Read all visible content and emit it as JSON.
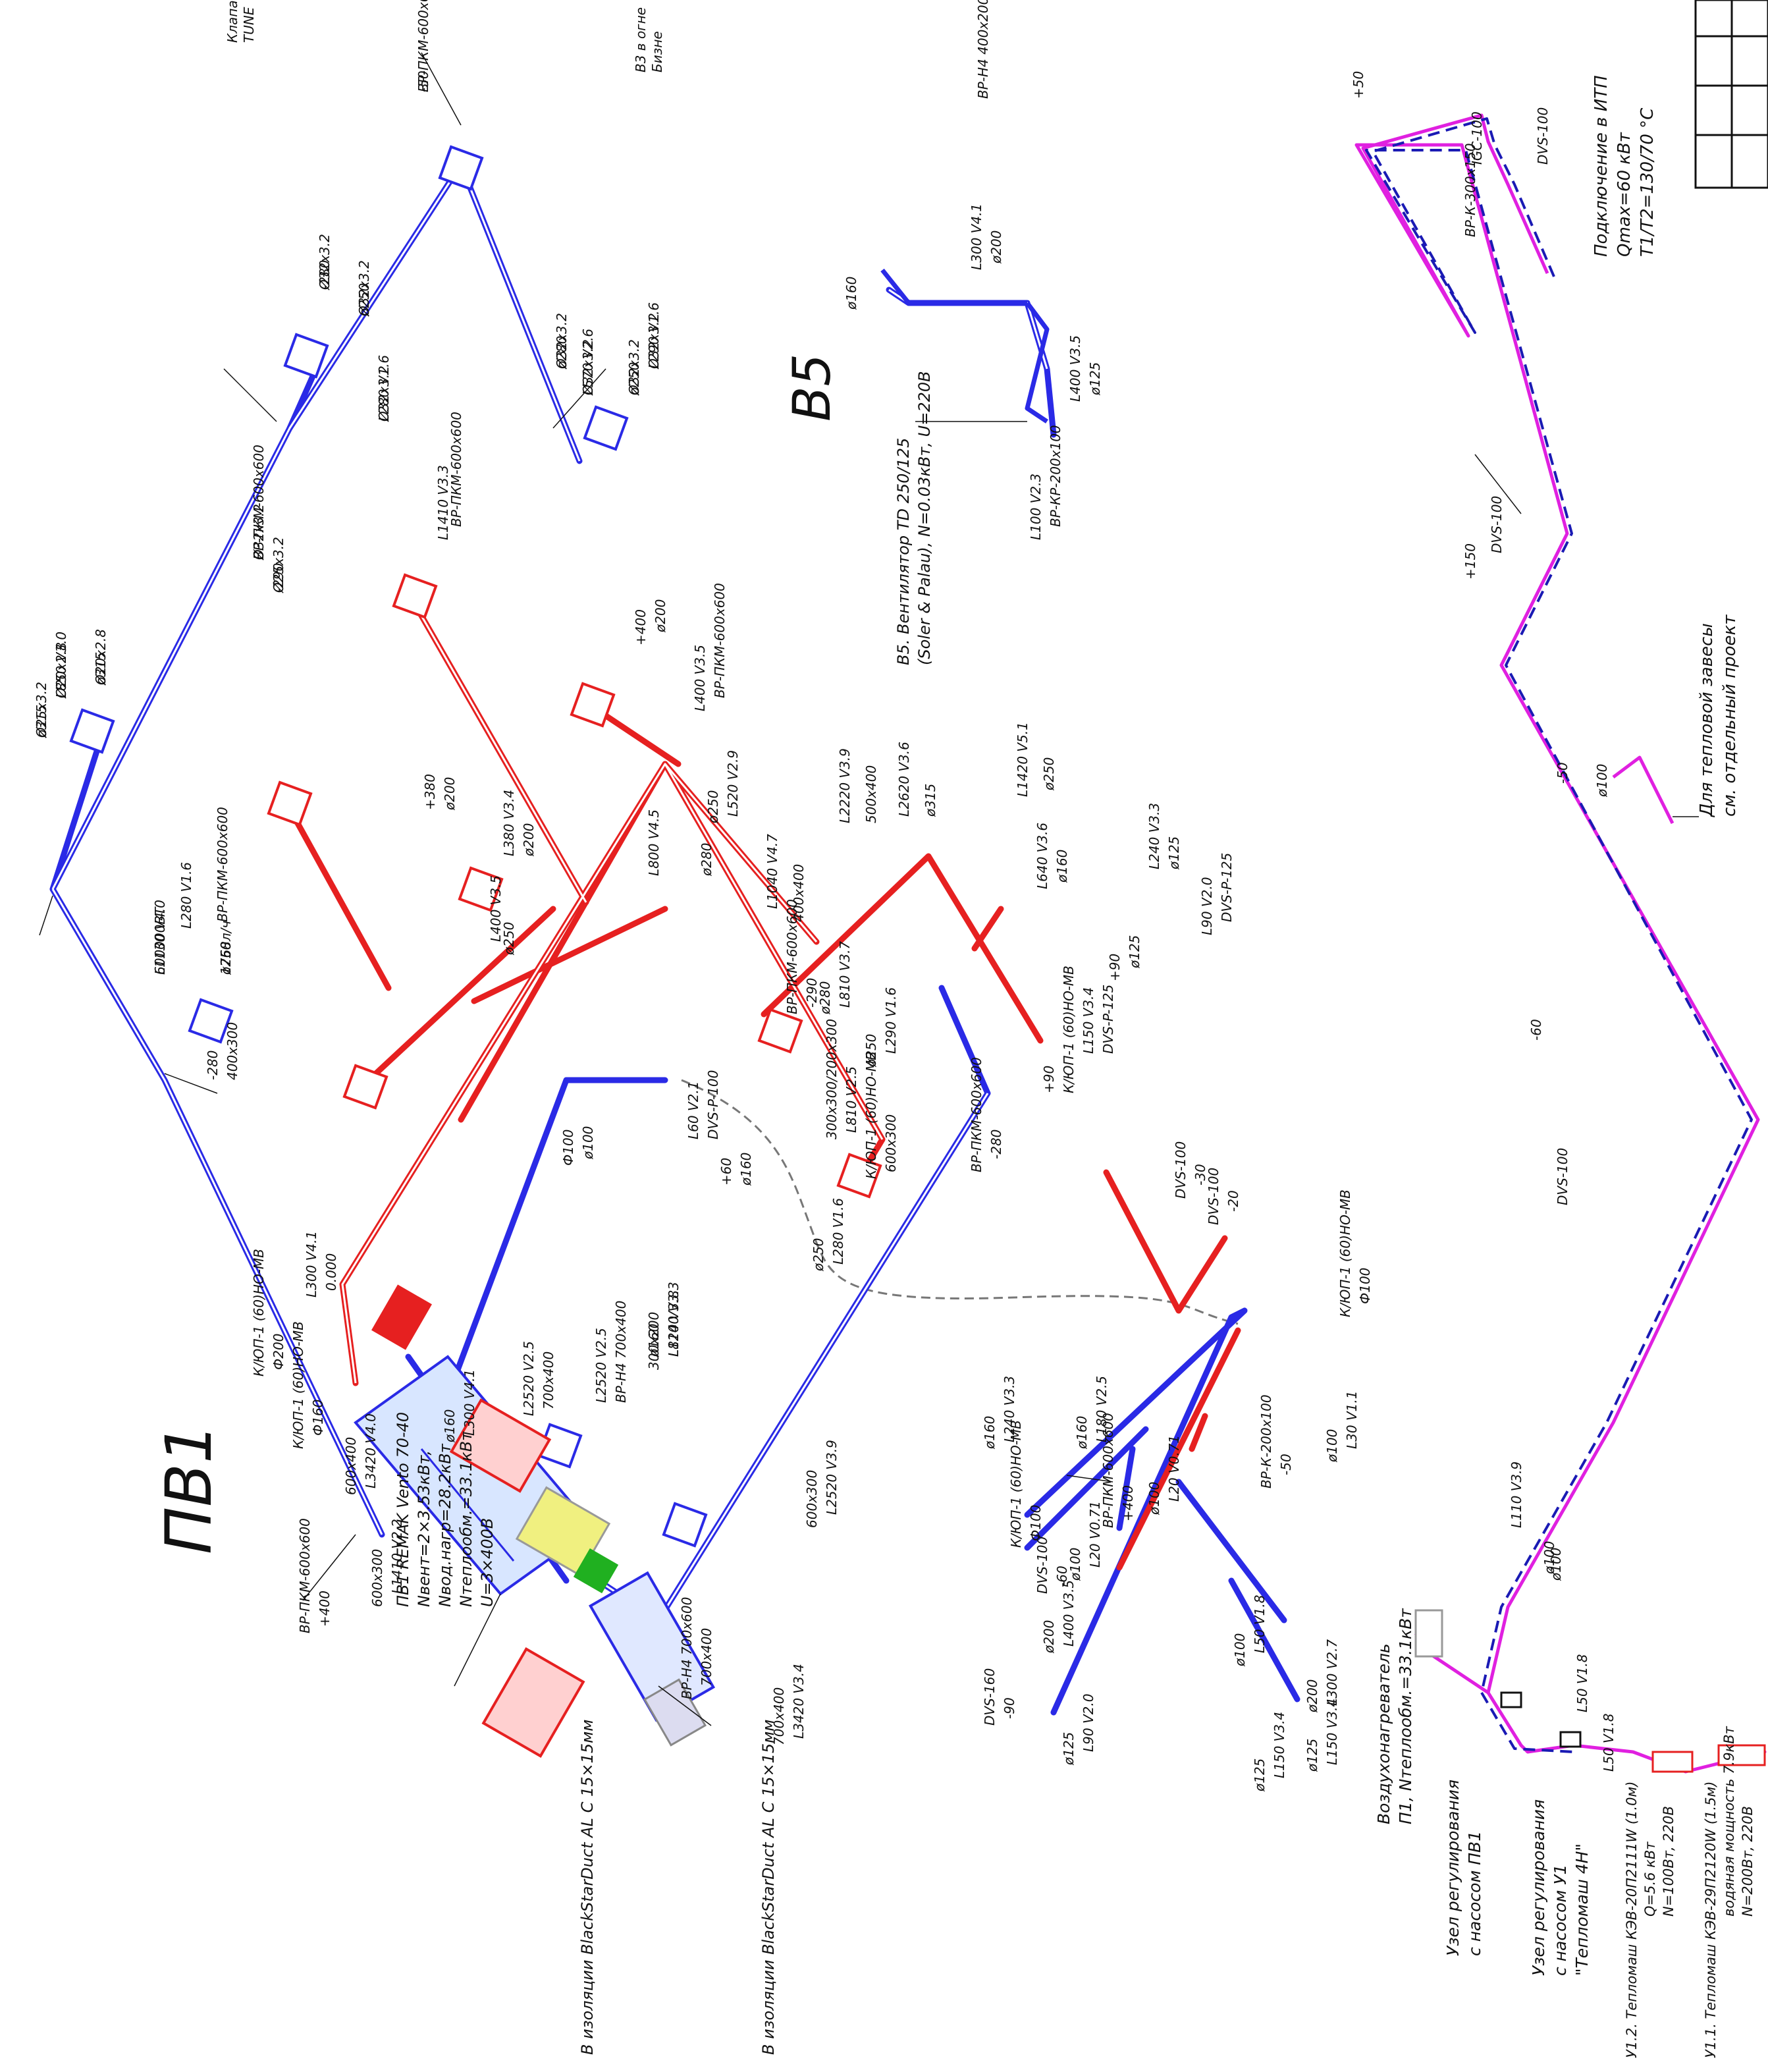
{
  "colors": {
    "supply": "#2a2ae6",
    "heat": "#e62020",
    "pipe_supply": "#e020e0",
    "pipe_return": "#1a1ab4",
    "ink": "#111111",
    "dashed": "#777777"
  },
  "titles": {
    "pv1": "ПВ1",
    "v5": "В5"
  },
  "notes": {
    "equipment_pv1": [
      "ПВ1 REMAK Vento 70-40",
      "Nвент=2×3.53кВт,",
      "Nвод.нагр=28.2кВт",
      "Nтеплообм.=33.1кВт",
      "U=3×400В"
    ],
    "insulation_1": "В изоляции BlackStarDuct AL C 15×15мм",
    "insulation_2": "В изоляции BlackStarDuct AL C 15×15мм",
    "v5_fan": [
      "В5. Вентилятор TD 250/125",
      "(Soler & Palau), N=0.03кВт, U=220В"
    ],
    "itp": [
      "Подключение в ИТП",
      "Qmax=60 кВт",
      "T1/T2=130/70 °C"
    ],
    "curtain": [
      "Для тепловой завесы",
      "см. отдельный проект"
    ],
    "heater": [
      "Воздухонагреватель",
      "П1, Nтеплообм.=33.1кВт"
    ],
    "node_pv1": [
      "Узел регулирования",
      "с насосом ПВ1"
    ],
    "node_u1": [
      "Узел регулирования",
      "с насосом У1",
      "\"Тепломаш 4Н\""
    ],
    "u12": [
      "У1.2. Тепломаш КЭВ-20П2111W (1.0м)",
      "Q=5.6 кВт",
      "N=100Вт, 220В"
    ],
    "u11": [
      "У1.1. Тепломаш КЭВ-29П2120W (1.5м)",
      "водяная мощность 7.9кВт",
      "N=200Вт, 220В"
    ],
    "top_cut_1": [
      "Клапан",
      "TUNE"
    ],
    "top_cut_2": [
      "В3 в огне",
      "Бизне"
    ],
    "top_cut_3": "ВР-Н4 400х200"
  },
  "labels": [
    "ВР-ПКМ-600х600",
    "-280",
    "ø250",
    "L280 V1.6",
    "ø280",
    "L570 V2.6",
    "ø250",
    "L290 V1.6",
    "ВР-ПКМ-600х600",
    "-290",
    "ø315",
    "L850 V3.0",
    "ø315",
    "L1130 V4.0",
    "ø250",
    "L280 V1.6",
    "ВР-ПКМ-600х600",
    "-280",
    "400х300",
    "L1410 V3.3",
    "ВР-ПКМ-600х600",
    "+400",
    "ø200",
    "L400 V3.5",
    "ВР-ПКМ-600х600",
    "+380",
    "ø200",
    "L380 V3.4",
    "ø200",
    "L400 V3.5",
    "ø250",
    "L800 V4.5",
    "ø280",
    "L1040 V4.7",
    "400х400",
    "L2220 V3.9",
    "500х400",
    "L2620 V3.6",
    "ø315",
    "L1420 V5.1",
    "ø250",
    "L640 V3.6",
    "ø160",
    "L240 V3.3",
    "ø125",
    "L90 V2.0",
    "DVS-P-125",
    "+90",
    "ø125",
    "L150 V3.4",
    "DVS-P-125",
    "+90",
    "К/ЮП-1 (60)НО-МВ",
    "Ф100",
    "ø100",
    "L60 V2.1",
    "DVS-P-100",
    "+60",
    "ø160",
    "L300 V4.1",
    "0.000",
    "К/ЮП-1 (60)НО-МВ",
    "Ф200",
    "К/ЮП-1 (60)НО-МВ",
    "Ф160",
    "600х400",
    "L3420 V4.0",
    "ВР-ПКМ-600х600",
    "+400",
    "600х300",
    "L1410 V2.2",
    "ø160",
    "L300 V4.1",
    "300х200",
    "L810 V3.8",
    "300х300/200х300",
    "L810 V2.5",
    "К/ЮП-1 (60)НО-МВ",
    "600х300",
    "600х300",
    "L2520 V3.9",
    "700х400",
    "L3420 V3.4",
    "ВР-Н4 700х600",
    "700х400",
    "L2520 V2.5",
    "700х400",
    "L2520 V2.5",
    "ВР-Н4 700х400",
    "ø160",
    "L1240 V3.3",
    "ø250",
    "L280 V1.6",
    "ВР-ПКМ-600х600",
    "-280",
    "ø250",
    "L520 V2.9",
    "ø250",
    "L290 V1.6",
    "ВР-ПКМ-600х600",
    "-290",
    "ø280",
    "L810 V3.7",
    "ø160",
    "L240 V3.3",
    "К/ЮП-1 (60)НО-МВ",
    "Ф100",
    "ø160",
    "L180 V2.5",
    "ВР-ПКМ-600х600",
    "+400",
    "ø200",
    "L400 V3.5",
    "ø125",
    "L90 V2.0",
    "DVS-160",
    "-90",
    "DVS-100",
    "-60",
    "ø100",
    "L20 V0.71",
    "ø100",
    "L20 V0.71",
    "ø100",
    "L50 V1.8",
    "ø100",
    "L30 V1.1",
    "К/ЮП-1 (60)НО-МВ",
    "Ф100",
    "DVS-100",
    "-20",
    "DVS-100",
    "-30",
    "ВР-К-200х100",
    "-50",
    "ø125",
    "L150 V3.4",
    "ø125",
    "L150 V3.4",
    "ø200",
    "L300 V2.7",
    "ø160",
    "L300 V4.1",
    "ø200",
    "L400 V3.5",
    "ø125",
    "L100 V2.3",
    "ВР-КР-200х100",
    "+50",
    "ВР-К-300х150",
    "+150",
    "DVS-100",
    "-60",
    "DVS-100",
    "-50",
    "ø100",
    "L110 V3.9",
    "ø100",
    "L50 V1.8",
    "ø100",
    "L50 V1.8",
    "IGC-100",
    "DVS-100",
    "-50",
    "Ø32х3.2",
    "Ø32х3.2",
    "Ø32х3.2",
    "Ø32х3.2",
    "Ø32х3.2",
    "Ø32х3.2",
    "Ø32х3.2",
    "Ø32х3.2",
    "Ø25х3.2",
    "Ø25х3.2",
    "Ø20х2.8",
    "Ø20х2.8",
    "600000ВТ",
    "1768л/ч"
  ]
}
